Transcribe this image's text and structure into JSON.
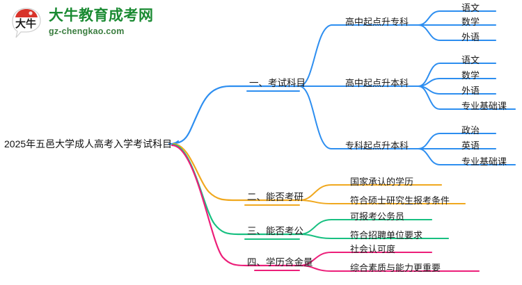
{
  "logo": {
    "mark_text": "大牛",
    "title": "大牛教育成考网",
    "subtitle": "gz-chengkao.com",
    "brand_green": "#1a8a32",
    "brand_red": "#d8332a"
  },
  "mindmap": {
    "root": {
      "label": "2025年五邑大学成人高考入学考试科目"
    },
    "branches": [
      {
        "label": "一、考试科目",
        "color": "#2d8ef0",
        "children": [
          {
            "label": "高中起点升专科",
            "leaves": [
              "语文",
              "数学",
              "外语"
            ]
          },
          {
            "label": "高中起点升本科",
            "leaves": [
              "语文",
              "数学",
              "外语",
              "专业基础课"
            ]
          },
          {
            "label": "专科起点升本科",
            "leaves": [
              "政治",
              "英语",
              "专业基础课"
            ]
          }
        ]
      },
      {
        "label": "二、能否考研",
        "color": "#f0a81e",
        "children": [],
        "leaves": [
          "国家承认的学历",
          "符合硕士研究生报考条件"
        ]
      },
      {
        "label": "三、能否考公",
        "color": "#18c081",
        "children": [],
        "leaves": [
          "可报考公务员",
          "符合招聘单位要求"
        ]
      },
      {
        "label": "四、学历含金量",
        "color": "#ec1e79",
        "children": [],
        "leaves": [
          "社会认可度",
          "综合素质与能力更重要"
        ]
      }
    ]
  }
}
